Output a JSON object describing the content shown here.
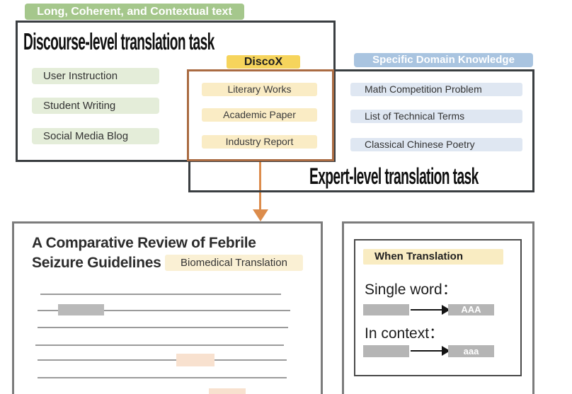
{
  "banner": {
    "label": "Long, Coherent, and Contextual text"
  },
  "discourse_section": {
    "title": "Discourse-level translation task",
    "items": [
      "User Instruction",
      "Student Writing",
      "Social Media Blog"
    ]
  },
  "discox": {
    "title": "DiscoX",
    "items": [
      "Literary Works",
      "Academic Paper",
      "Industry Report"
    ]
  },
  "domain_section": {
    "title": "Specific Domain Knowledge",
    "items": [
      "Math Competition Problem",
      "List of Technical Terms",
      "Classical Chinese Poetry"
    ]
  },
  "expert_section": {
    "title": "Expert-level translation task"
  },
  "paper_example": {
    "title_line1": "A Comparative Review of Febrile",
    "title_line2": "Seizure Guidelines",
    "tag": "Biomedical Translation"
  },
  "translation_example": {
    "header": "When Translation",
    "single_word_label": "Single word：",
    "single_word_result": "AAA",
    "in_context_label": "In context：",
    "in_context_result": "aaa"
  },
  "colors": {
    "green_header": "#a5c78c",
    "green_pill": "#e4edd9",
    "yellow_header": "#f6d45c",
    "yellow_pill": "#faecc5",
    "blue_header": "#a9c4e0",
    "blue_pill": "#dfe7f2",
    "dark_box_border": "#3a3e41",
    "gray_box_border": "#7c7c7c",
    "orange_box_border": "#aa6b42",
    "flow_arrow": "#dc8c4c",
    "tag_pill": "#faf0d4",
    "placeholder_gray": "#b9b9b9",
    "placeholder_peach": "#f8e1cf"
  }
}
